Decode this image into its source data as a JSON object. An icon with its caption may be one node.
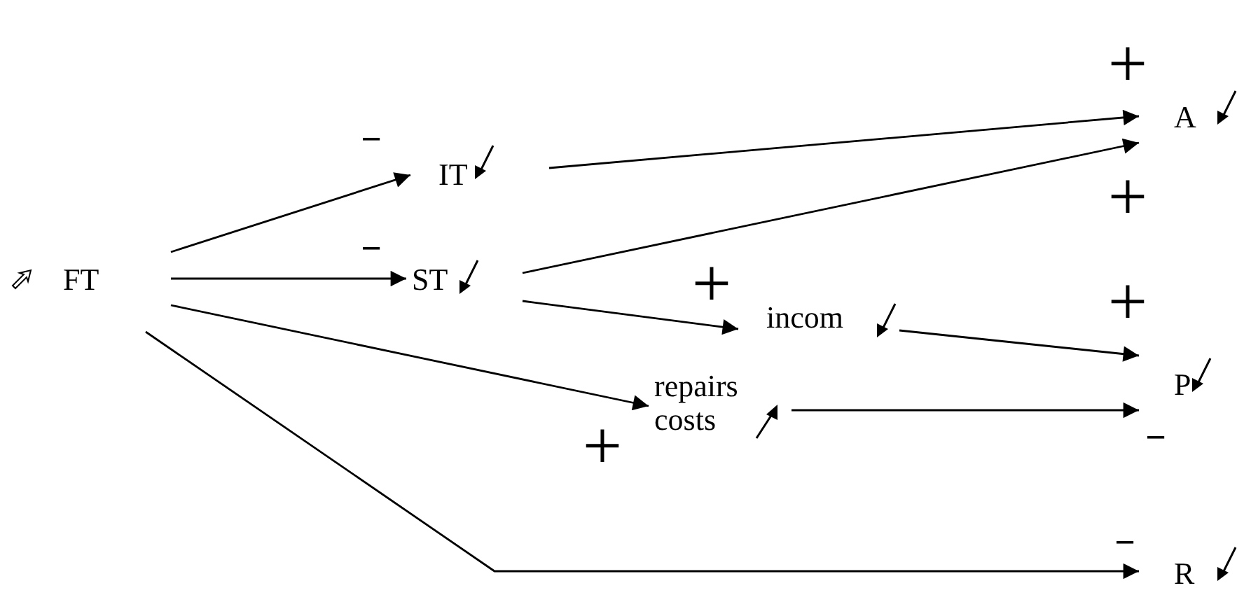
{
  "diagram": {
    "nodes": [
      {
        "text": [
          "FT"
        ]
      },
      {
        "text": [
          "IT"
        ]
      },
      {
        "text": [
          "ST"
        ]
      },
      {
        "text": [
          "incom"
        ]
      },
      {
        "text": [
          "repairs costs"
        ]
      },
      {
        "text": [
          "A"
        ]
      },
      {
        "text": [
          "P"
        ]
      },
      {
        "text": [
          "R"
        ]
      }
    ],
    "edges": [
      {
        "from": 0,
        "to": 1,
        "arrow": "to"
      },
      {
        "from": 0,
        "to": 2,
        "arrow": "to"
      },
      {
        "from": 0,
        "to": 4,
        "arrow": "to"
      },
      {
        "from": 0,
        "to": 7,
        "arrow": "to"
      },
      {
        "from": 1,
        "to": 5,
        "arrow": "to"
      },
      {
        "from": 2,
        "to": 5,
        "arrow": "to"
      },
      {
        "from": 2,
        "to": 3,
        "arrow": "to"
      },
      {
        "from": 3,
        "to": 6,
        "arrow": "to"
      },
      {
        "from": 4,
        "to": 6,
        "arrow": "to"
      }
    ],
    "labels": [
      "+",
      "−",
      "+",
      "−",
      "+",
      "+",
      "−",
      "+",
      "−"
    ]
  }
}
